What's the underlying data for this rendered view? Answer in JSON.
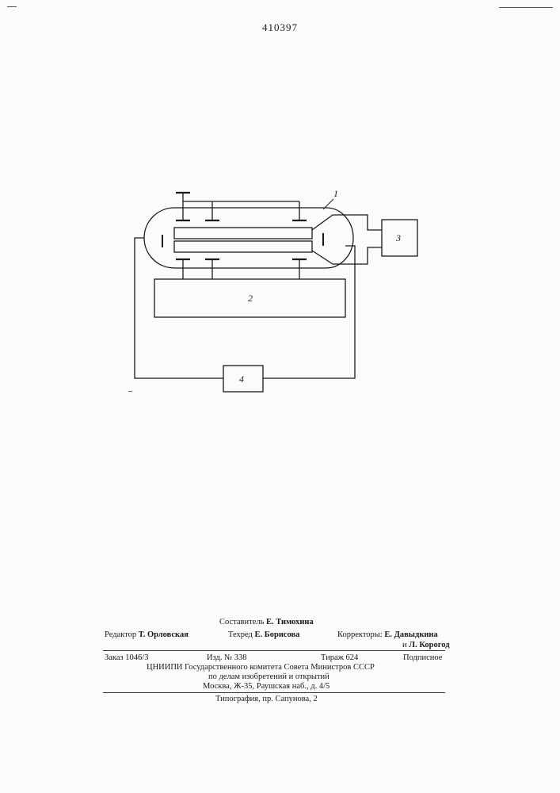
{
  "header": {
    "patent_number": "410397"
  },
  "diagram": {
    "labels": {
      "tube": "1",
      "block_2": "2",
      "block_3": "3",
      "block_4": "4"
    }
  },
  "imprint": {
    "compiler_prefix": "Составитель",
    "compiler_name": "Е. Тимохина",
    "editor_prefix": "Редактор",
    "editor_name": "Т. Орловская",
    "techred_prefix": "Техред",
    "techred_name": "Е. Борисова",
    "correctors_prefix": "Корректоры:",
    "corrector_1": "Е. Давыдкина",
    "corrector_2_prefix": "и",
    "corrector_2": "Л. Корогод",
    "order": "Заказ 1046/3",
    "edition": "Изд. № 338",
    "print_run": "Тираж 624",
    "subscription": "Подписное",
    "org_line_1": "ЦНИИПИ Государственного комитета Совета Министров СССР",
    "org_line_2": "по делам изобретений и открытий",
    "org_line_3": "Москва, Ж-35, Раушская наб., д. 4/5",
    "printing_house": "Типография, пр. Сапунова, 2"
  }
}
